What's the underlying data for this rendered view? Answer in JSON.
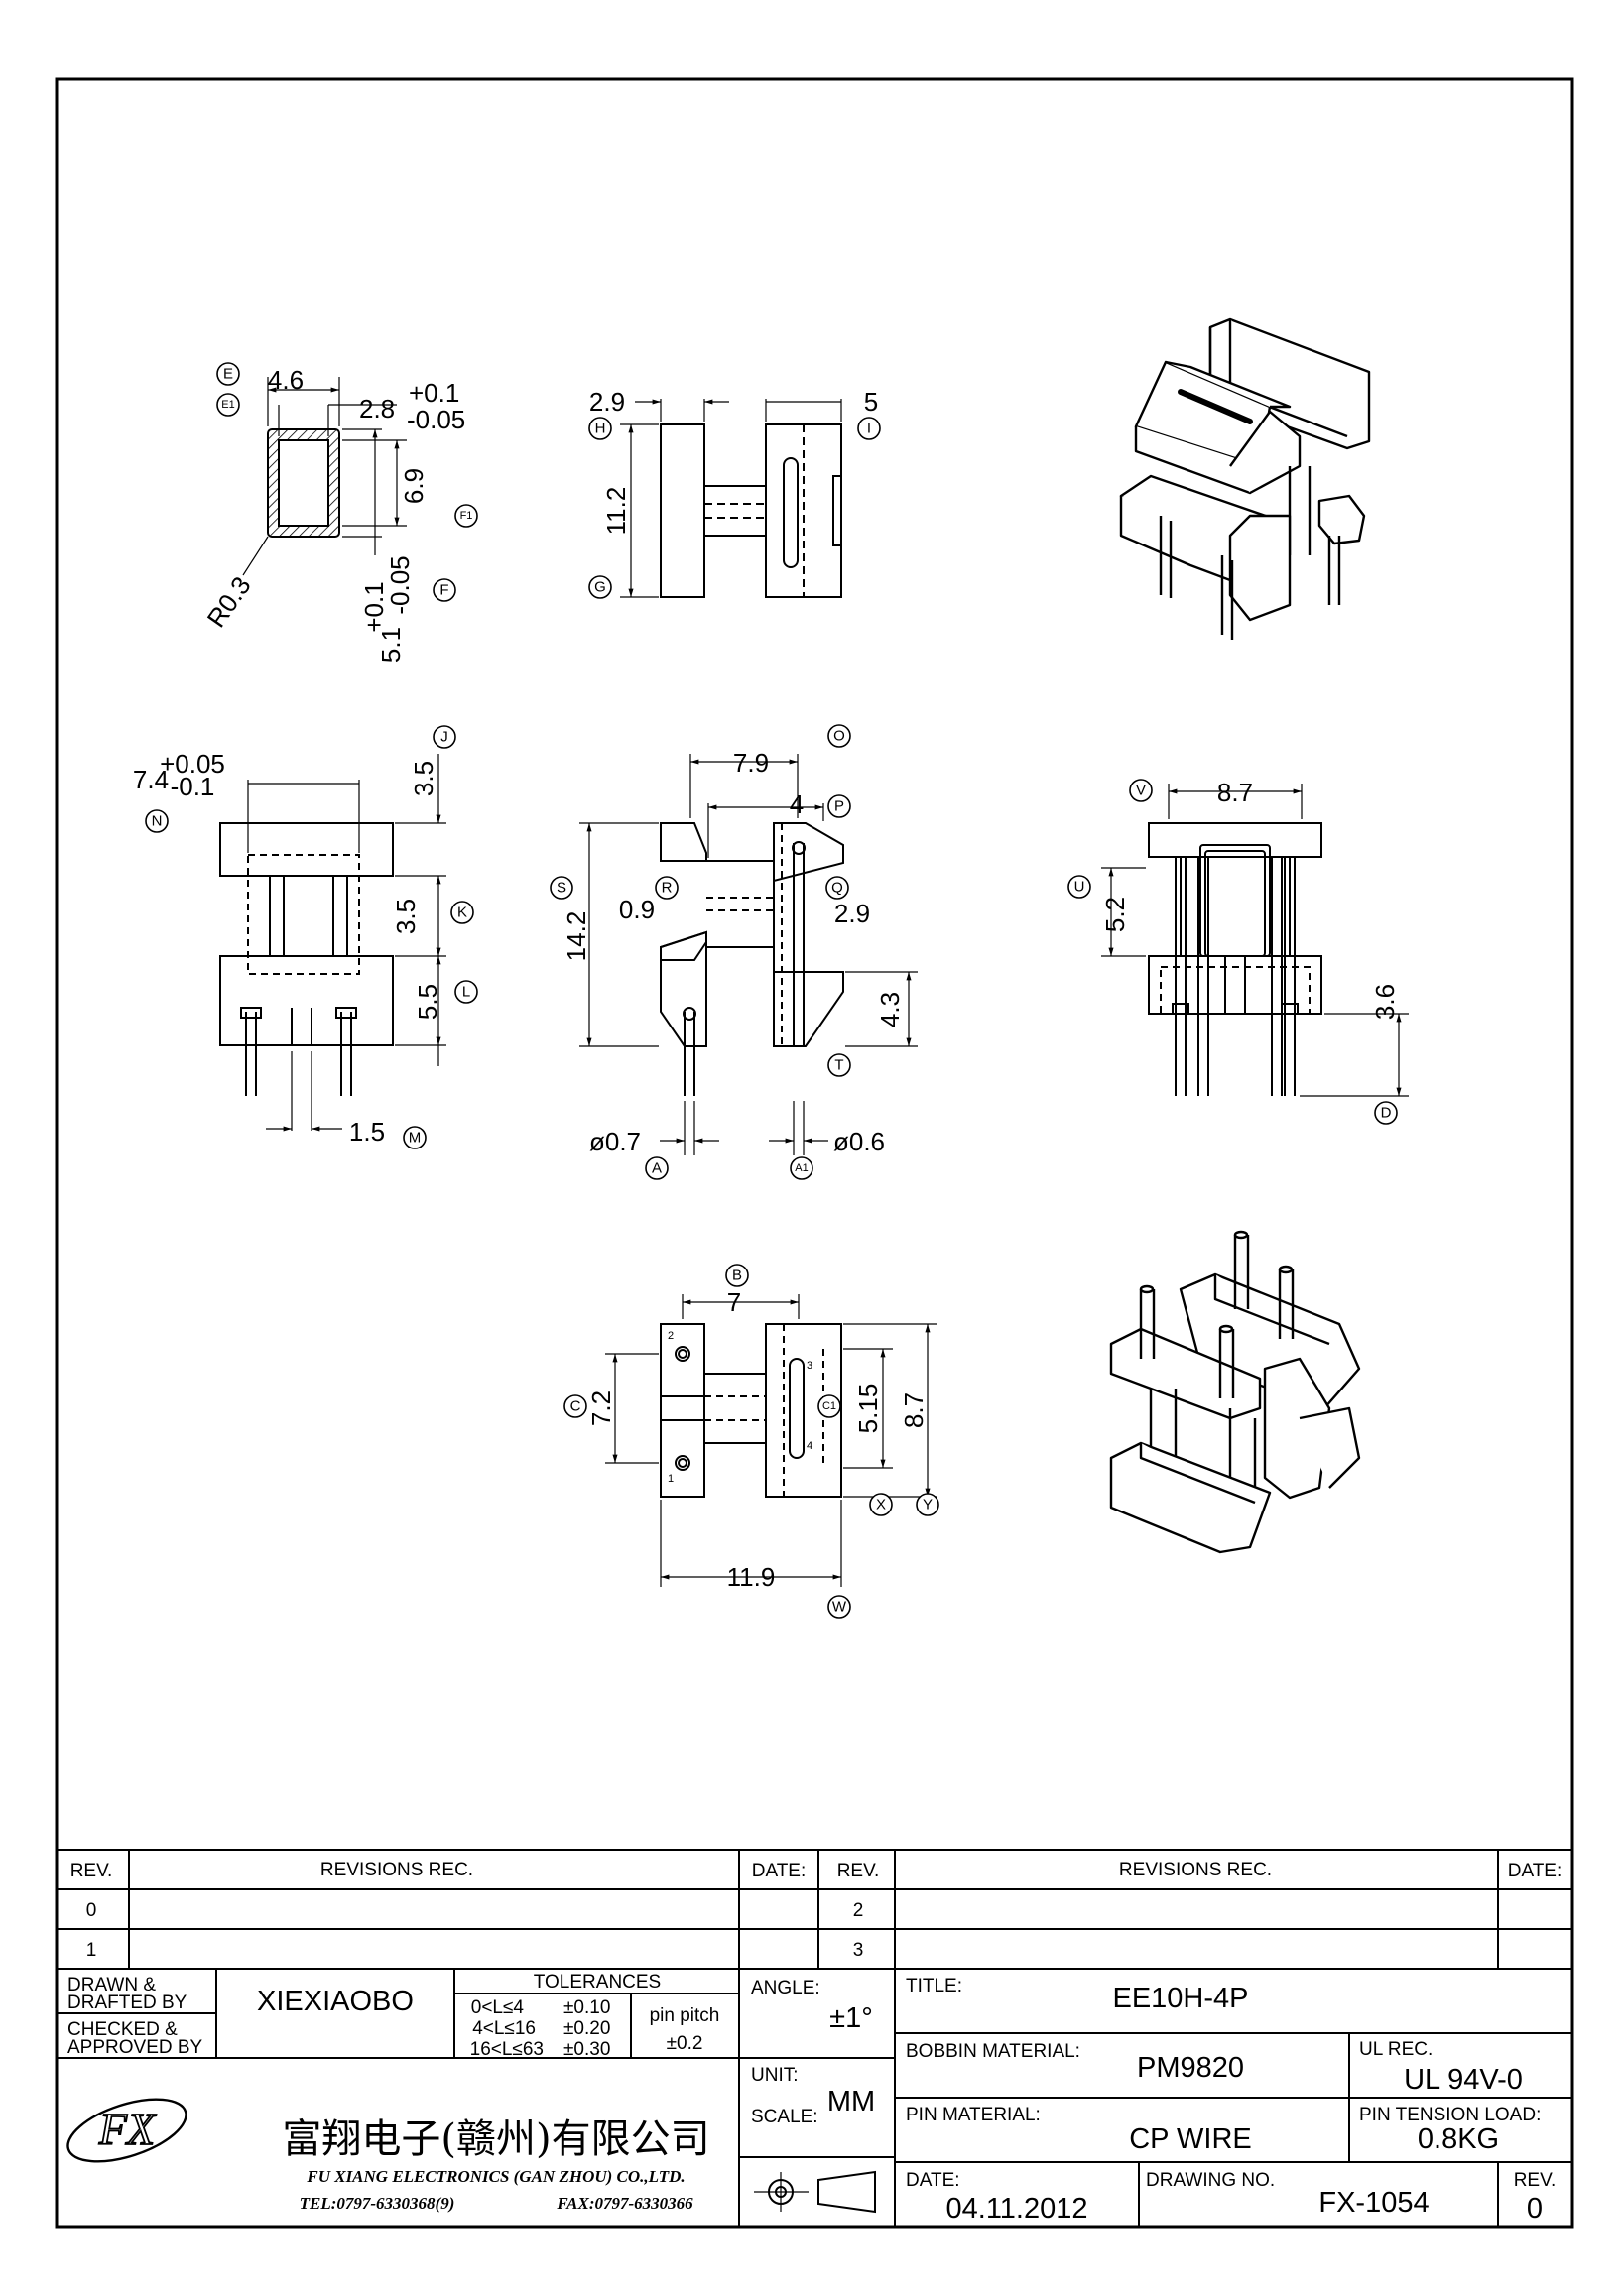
{
  "views": {
    "section": {
      "dims": [
        "4.6",
        "2.8",
        "+0.1",
        "-0.05",
        "6.9",
        "R0.3",
        "5.1",
        "+0.1",
        "-0.05"
      ],
      "labels": [
        "E",
        "E1",
        "F1",
        "F"
      ]
    },
    "side_top": {
      "dims": [
        "2.9",
        "5",
        "11.2"
      ],
      "labels": [
        "H",
        "I",
        "G"
      ]
    },
    "front": {
      "dims": [
        "7.4",
        "+0.05",
        "-0.1",
        "3.5",
        "3.5",
        "5.5",
        "1.5"
      ],
      "labels": [
        "J",
        "N",
        "K",
        "L",
        "M"
      ]
    },
    "side": {
      "dims": [
        "7.9",
        "4",
        "14.2",
        "0.9",
        "2.9",
        "4.3",
        "ø0.7",
        "ø0.6"
      ],
      "labels": [
        "O",
        "P",
        "S",
        "R",
        "Q",
        "T",
        "A",
        "A1"
      ]
    },
    "rear": {
      "dims": [
        "8.7",
        "5.2",
        "3.6"
      ],
      "labels": [
        "V",
        "U",
        "D"
      ]
    },
    "bottom": {
      "dims": [
        "7",
        "7.2",
        "5.15",
        "8.7",
        "11.9"
      ],
      "labels": [
        "B",
        "C",
        "C1",
        "X",
        "Y",
        "W"
      ],
      "pins": [
        "2",
        "3",
        "4",
        "1"
      ]
    }
  },
  "title_block": {
    "rev_header": "REV.",
    "revisions_header": "REVISIONS   REC.",
    "date_header": "DATE:",
    "rev_rows_left": [
      "0",
      "1"
    ],
    "rev_rows_right": [
      "2",
      "3"
    ],
    "drawn_label_1": "DRAWN  &",
    "drawn_label_2": "DRAFTED  BY",
    "drawn_value": "XIEXIAOBO",
    "checked_label_1": "CHECKED  &",
    "checked_label_2": "APPROVED  BY",
    "tolerances_header": "TOLERANCES",
    "tolerances": [
      {
        "range": "0<L≤4",
        "value": "±0.10"
      },
      {
        "range": "4<L≤16",
        "value": "±0.20"
      },
      {
        "range": "16<L≤63",
        "value": "±0.30"
      }
    ],
    "pin_pitch_label": "pin  pitch",
    "pin_pitch_value": "±0.2",
    "angle_label": "ANGLE:",
    "angle_value": "±1°",
    "unit_label": "UNIT:",
    "unit_value": "MM",
    "scale_label": "SCALE:",
    "title_label": "TITLE:",
    "title_value": "EE10H-4P",
    "bobbin_material_label": "BOBBIN  MATERIAL:",
    "bobbin_material_value": "PM9820",
    "ul_label": "UL  REC.",
    "ul_value": "UL  94V-0",
    "pin_material_label": "PIN  MATERIAL:",
    "pin_material_value": "CP  WIRE",
    "pin_tension_label": "PIN  TENSION  LOAD:",
    "pin_tension_value": "0.8KG",
    "date_label": "DATE:",
    "date_value": "04.11.2012",
    "drawing_no_label": "DRAWING  NO.",
    "drawing_no_value": "FX-1054",
    "rev_label": "REV.",
    "rev_value": "0",
    "company_cn": "富翔电子(赣州)有限公司",
    "company_en": "FU XIANG ELECTRONICS (GAN ZHOU) CO.,LTD.",
    "tel": "TEL:0797-6330368(9)",
    "fax": "FAX:0797-6330366",
    "logo_text": "FX"
  }
}
